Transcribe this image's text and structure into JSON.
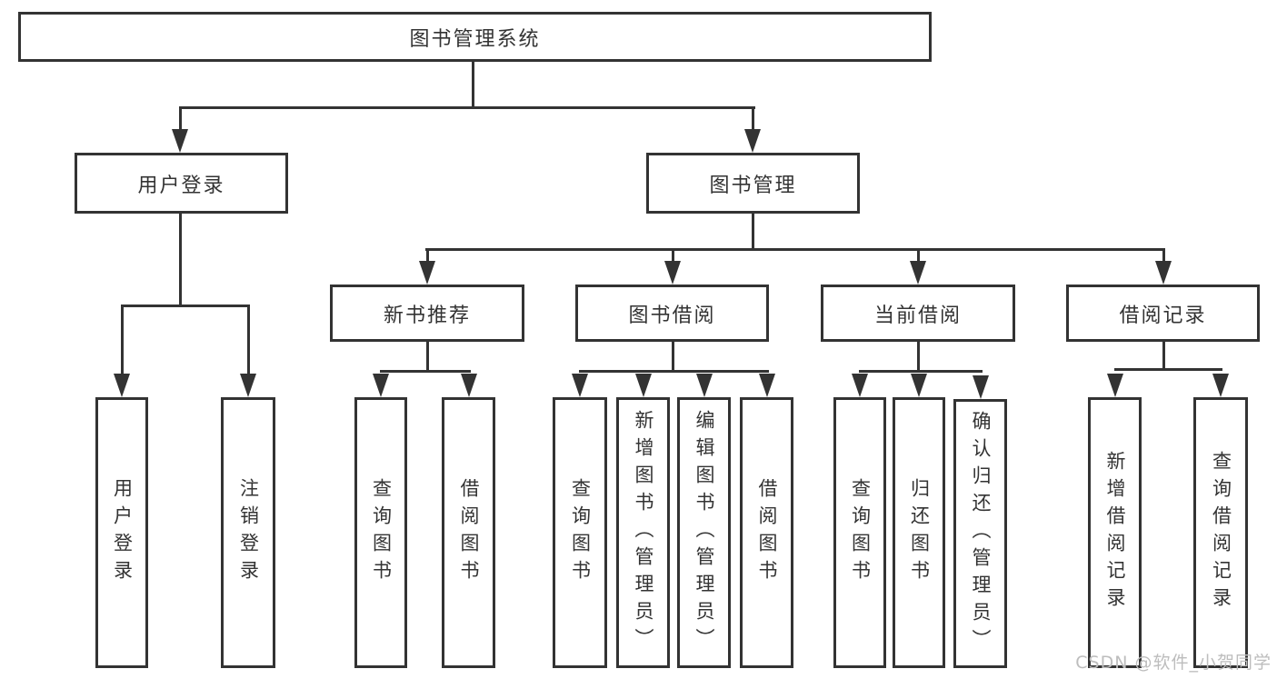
{
  "colors": {
    "line": "#333333",
    "text": "#333333",
    "background": "#ffffff",
    "watermark": "#bdbdbd"
  },
  "tree": {
    "label": "图书管理系统",
    "children": [
      {
        "label": "用户登录",
        "children": [
          {
            "label": "用户登录"
          },
          {
            "label": "注销登录"
          }
        ]
      },
      {
        "label": "图书管理",
        "children": [
          {
            "label": "新书推荐",
            "children": [
              {
                "label": "查询图书"
              },
              {
                "label": "借阅图书"
              }
            ]
          },
          {
            "label": "图书借阅",
            "children": [
              {
                "label": "查询图书"
              },
              {
                "label": "新增图书（管理员）"
              },
              {
                "label": "编辑图书（管理员）"
              },
              {
                "label": "借阅图书"
              }
            ]
          },
          {
            "label": "当前借阅",
            "children": [
              {
                "label": "查询图书"
              },
              {
                "label": "归还图书"
              },
              {
                "label": "确认归还（管理员）"
              }
            ]
          },
          {
            "label": "借阅记录",
            "children": [
              {
                "label": "新增借阅记录"
              },
              {
                "label": "查询借阅记录"
              }
            ]
          }
        ]
      }
    ]
  },
  "watermark": {
    "text": "CSDN @软件_小贺同学"
  }
}
